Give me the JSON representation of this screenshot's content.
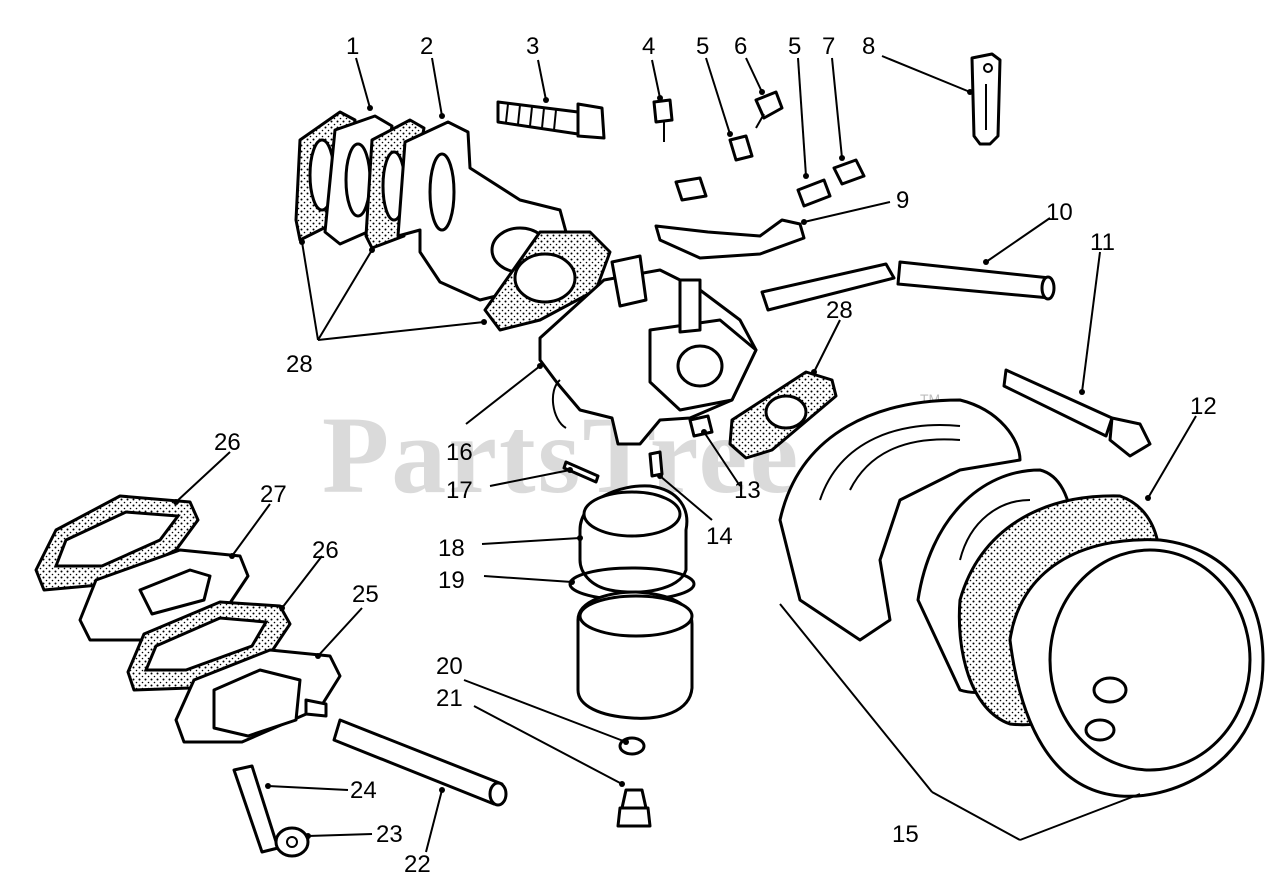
{
  "watermark": {
    "text": "PartsTree",
    "trademark": "TM"
  },
  "callouts": [
    {
      "id": "c1",
      "label": "1"
    },
    {
      "id": "c2",
      "label": "2"
    },
    {
      "id": "c3",
      "label": "3"
    },
    {
      "id": "c4",
      "label": "4"
    },
    {
      "id": "c5a",
      "label": "5"
    },
    {
      "id": "c6",
      "label": "6"
    },
    {
      "id": "c5b",
      "label": "5"
    },
    {
      "id": "c7",
      "label": "7"
    },
    {
      "id": "c8",
      "label": "8"
    },
    {
      "id": "c9",
      "label": "9"
    },
    {
      "id": "c10",
      "label": "10"
    },
    {
      "id": "c11",
      "label": "11"
    },
    {
      "id": "c12",
      "label": "12"
    },
    {
      "id": "c28a",
      "label": "28"
    },
    {
      "id": "c28b",
      "label": "28"
    },
    {
      "id": "c16",
      "label": "16"
    },
    {
      "id": "c17",
      "label": "17"
    },
    {
      "id": "c13",
      "label": "13"
    },
    {
      "id": "c14",
      "label": "14"
    },
    {
      "id": "c18",
      "label": "18"
    },
    {
      "id": "c19",
      "label": "19"
    },
    {
      "id": "c26a",
      "label": "26"
    },
    {
      "id": "c27",
      "label": "27"
    },
    {
      "id": "c26b",
      "label": "26"
    },
    {
      "id": "c25",
      "label": "25"
    },
    {
      "id": "c20",
      "label": "20"
    },
    {
      "id": "c21",
      "label": "21"
    },
    {
      "id": "c24",
      "label": "24"
    },
    {
      "id": "c23",
      "label": "23"
    },
    {
      "id": "c22",
      "label": "22"
    },
    {
      "id": "c15",
      "label": "15"
    }
  ]
}
